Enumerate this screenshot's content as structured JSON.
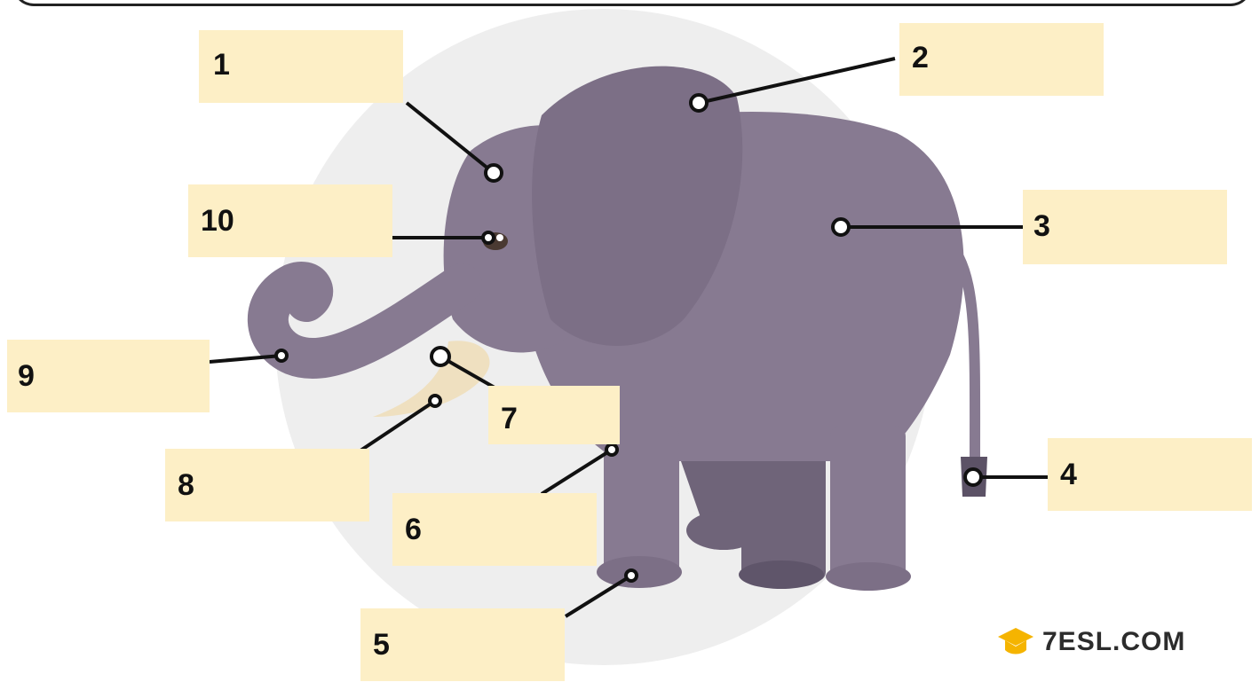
{
  "labels": [
    {
      "number": "1"
    },
    {
      "number": "2"
    },
    {
      "number": "3"
    },
    {
      "number": "4"
    },
    {
      "number": "5"
    },
    {
      "number": "6"
    },
    {
      "number": "7"
    },
    {
      "number": "8"
    },
    {
      "number": "9"
    },
    {
      "number": "10"
    }
  ],
  "logo": {
    "text": "7ESL.COM"
  },
  "colors": {
    "label_box": "#fdefc6",
    "elephant_body": "#877a91",
    "elephant_shadow": "#6f6479",
    "tusk": "#efe0c0",
    "background_circle": "#eeeeee",
    "logo_accent": "#f5b400"
  }
}
